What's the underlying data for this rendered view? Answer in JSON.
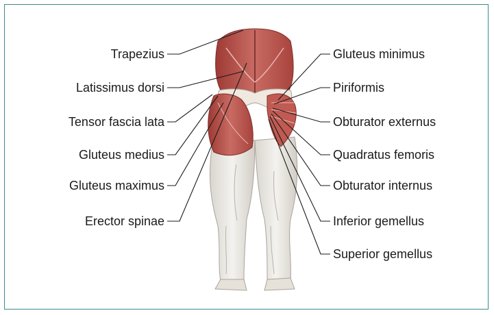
{
  "diagram": {
    "left_labels": [
      "Trapezius",
      "Latissimus dorsi",
      "Tensor fascia lata",
      "Gluteus medius",
      "Gluteus maximus",
      "Erector spinae"
    ],
    "right_labels": [
      "Gluteus minimus",
      "Piriformis",
      "Obturator externus",
      "Quadratus femoris",
      "Obturator internus",
      "Inferior gemellus",
      "Superior gemellus"
    ],
    "colors": {
      "frame": "#3b8a8c",
      "muscle": "#b8504a",
      "bone": "#efe9df",
      "leader_line": "#1a1a1a"
    }
  }
}
